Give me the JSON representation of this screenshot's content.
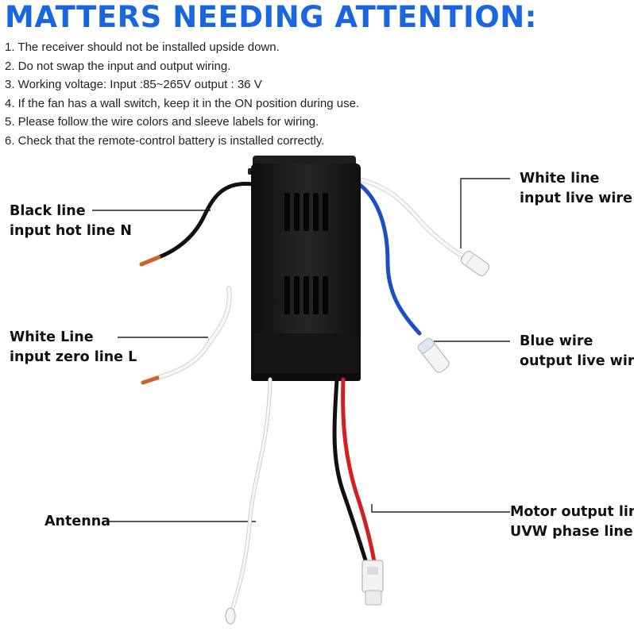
{
  "title": "MATTERS NEEDING ATTENTION:",
  "notes": [
    "1. The receiver should not be installed upside down.",
    "2. Do not swap the input and output wiring.",
    "3. Working voltage: Input :85~265V  output : 36 V",
    "4. If the fan has a wall switch, keep it in the ON position during use.",
    "5. Please follow the wire colors and sleeve labels for wiring.",
    "6. Check that the remote-control battery is installed correctly."
  ],
  "labels": {
    "black_line": [
      "Black line",
      "input hot line N"
    ],
    "white_line_zero": [
      "White Line",
      "input zero line L"
    ],
    "antenna": [
      "Antenna"
    ],
    "white_line_live": [
      "White line",
      "input live wire L"
    ],
    "blue_wire": [
      "Blue wire",
      "output live wire L"
    ],
    "motor_output": [
      "Motor output line:",
      "UVW phase line"
    ]
  },
  "colors": {
    "title": "#1a66e0",
    "receiver_body": "#1b1b1b",
    "wire_black": "#111111",
    "wire_white": "#f2f2f2",
    "wire_blue": "#1c4fc4",
    "wire_red": "#d21f1f",
    "copper": "#c8642c"
  }
}
